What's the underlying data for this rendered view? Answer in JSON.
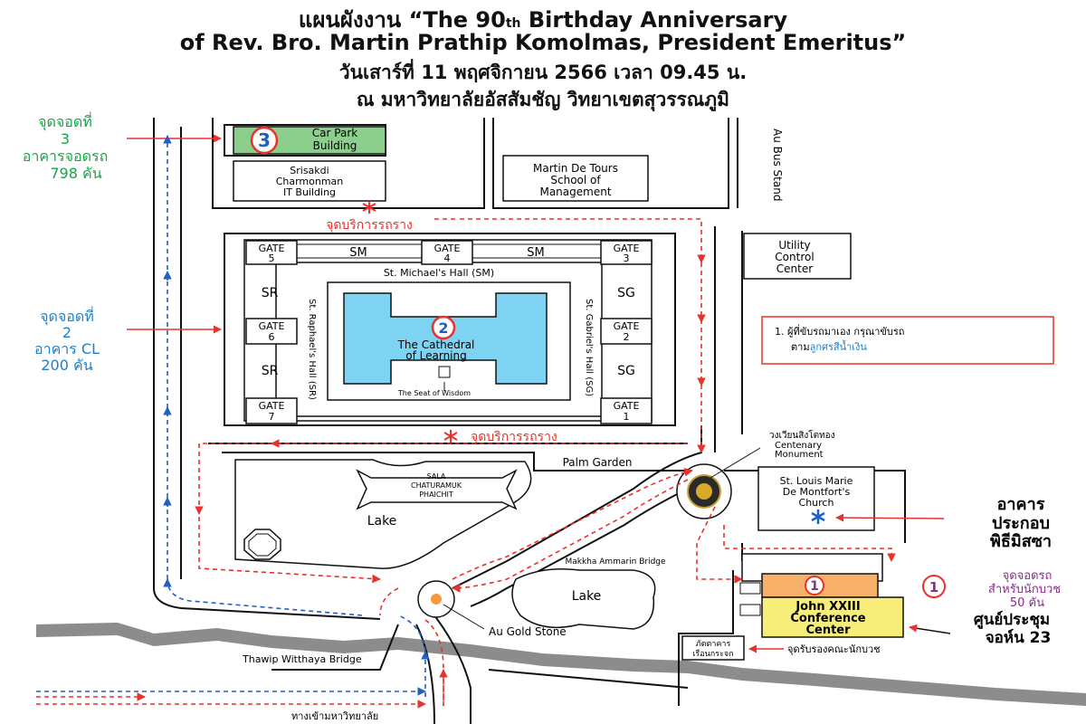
{
  "header": {
    "line1_prefix": "แผนผังงาน “The 90",
    "line1_sup": "th",
    "line1_suffix": " Birthday Anniversary",
    "line2": "of Rev. Bro. Martin Prathip Komolmas, President Emeritus”",
    "line3": "วันเสาร์ที่ 11 พฤศจิกายน 2566 เวลา 09.45 น.",
    "line4": "ณ มหาวิทยาลัยอัสสัมชัญ วิทยาเขตสุวรรณภูมิ"
  },
  "parking3": {
    "line1": "จุดจอดที่",
    "line2": "3",
    "line3": "อาคารจอดรถ",
    "line4": "798 คัน",
    "color": "#1aa34a"
  },
  "parking2": {
    "line1": "จุดจอดที่",
    "line2": "2",
    "line3": "อาคาร CL",
    "line4": "200 คัน",
    "color": "#1f7fc8"
  },
  "buildings": {
    "car_park": {
      "num": "3",
      "line1": "Car Park",
      "line2": "Building"
    },
    "srisakdi": {
      "line1": "Srisakdi",
      "line2": "Charmonman",
      "line3": "IT Building"
    },
    "martin": {
      "line1": "Martin De Tours",
      "line2": "School of",
      "line3": "Management"
    },
    "bus_stand": "Au Bus Stand",
    "utility": {
      "line1": "Utility",
      "line2": "Control",
      "line3": "Center"
    },
    "church": {
      "line1": "St. Louis Marie",
      "line2": "De Montfort's",
      "line3": "Church"
    },
    "conference": {
      "num": "1",
      "line1": "John XXIII",
      "line2": "Conference",
      "line3": "Center"
    },
    "refectory": {
      "line1": "ภัตตาคาร",
      "line2": "เรือนกระจก"
    }
  },
  "quad": {
    "sm_hall": "St. Michael's Hall (SM)",
    "sm": "SM",
    "sr": "SR",
    "sg": "SG",
    "raphael": "St. Raphael's Hall (SR)",
    "gabriel": "St. Gabriel's Hall (SG)",
    "cathedral_num": "2",
    "cathedral_line1": "The Cathedral",
    "cathedral_line2": "of Learning",
    "seat": "The Seat of Wisdom",
    "gates": [
      {
        "word": "GATE",
        "num": "5"
      },
      {
        "word": "GATE",
        "num": "4"
      },
      {
        "word": "GATE",
        "num": "3"
      },
      {
        "word": "GATE",
        "num": "6"
      },
      {
        "word": "GATE",
        "num": "2"
      },
      {
        "word": "GATE",
        "num": "7"
      },
      {
        "word": "GATE",
        "num": "1"
      }
    ]
  },
  "service_label": "จุดบริการรถราง",
  "places": {
    "palm_garden": "Palm Garden",
    "sala_line1": "SALA",
    "sala_line2": "CHATURAMUK",
    "sala_line3": "PHAICHIT",
    "lake": "Lake",
    "makkha_bridge": "Makkha Ammarin Bridge",
    "au_gold_stone": "Au Gold Stone",
    "thawip_bridge": "Thawip Witthaya Bridge",
    "entrance": "ทางเข้ามหาวิทยาลัย",
    "monument_line1": "วงเวียนสิงโตทอง",
    "monument_line2": "Centenary",
    "monument_line3": "Monument"
  },
  "note": {
    "prefix": "1.  ผู้ที่ขับรถมาเอง กรุณาขับรถ",
    "line2_prefix": "ตาม",
    "line2_highlight": "ลูกศรสีน้ำเงิน"
  },
  "callouts": {
    "church_line1": "อาคาร",
    "church_line2": "ประกอบ",
    "church_line3": "พิธีมิสซา",
    "p1_num": "1",
    "p1_line1": "จุดจอดรถ",
    "p1_line2": "สำหรับนักบวช",
    "p1_line3": "50 คัน",
    "p1_color": "#8e2a8e",
    "conf_line1": "ศูนย์ประชุม",
    "conf_line2": "จอห์น 23",
    "reception": "จุดรับรองคณะนักบวช"
  },
  "colors": {
    "route_red": "#e8322c",
    "route_blue": "#1f5fc8",
    "cathedral_blue": "#7fd3f2",
    "car_park_green": "#8ccf8c",
    "conference_gold": "#f7ee7a",
    "conference_orange": "#f6b06a"
  }
}
